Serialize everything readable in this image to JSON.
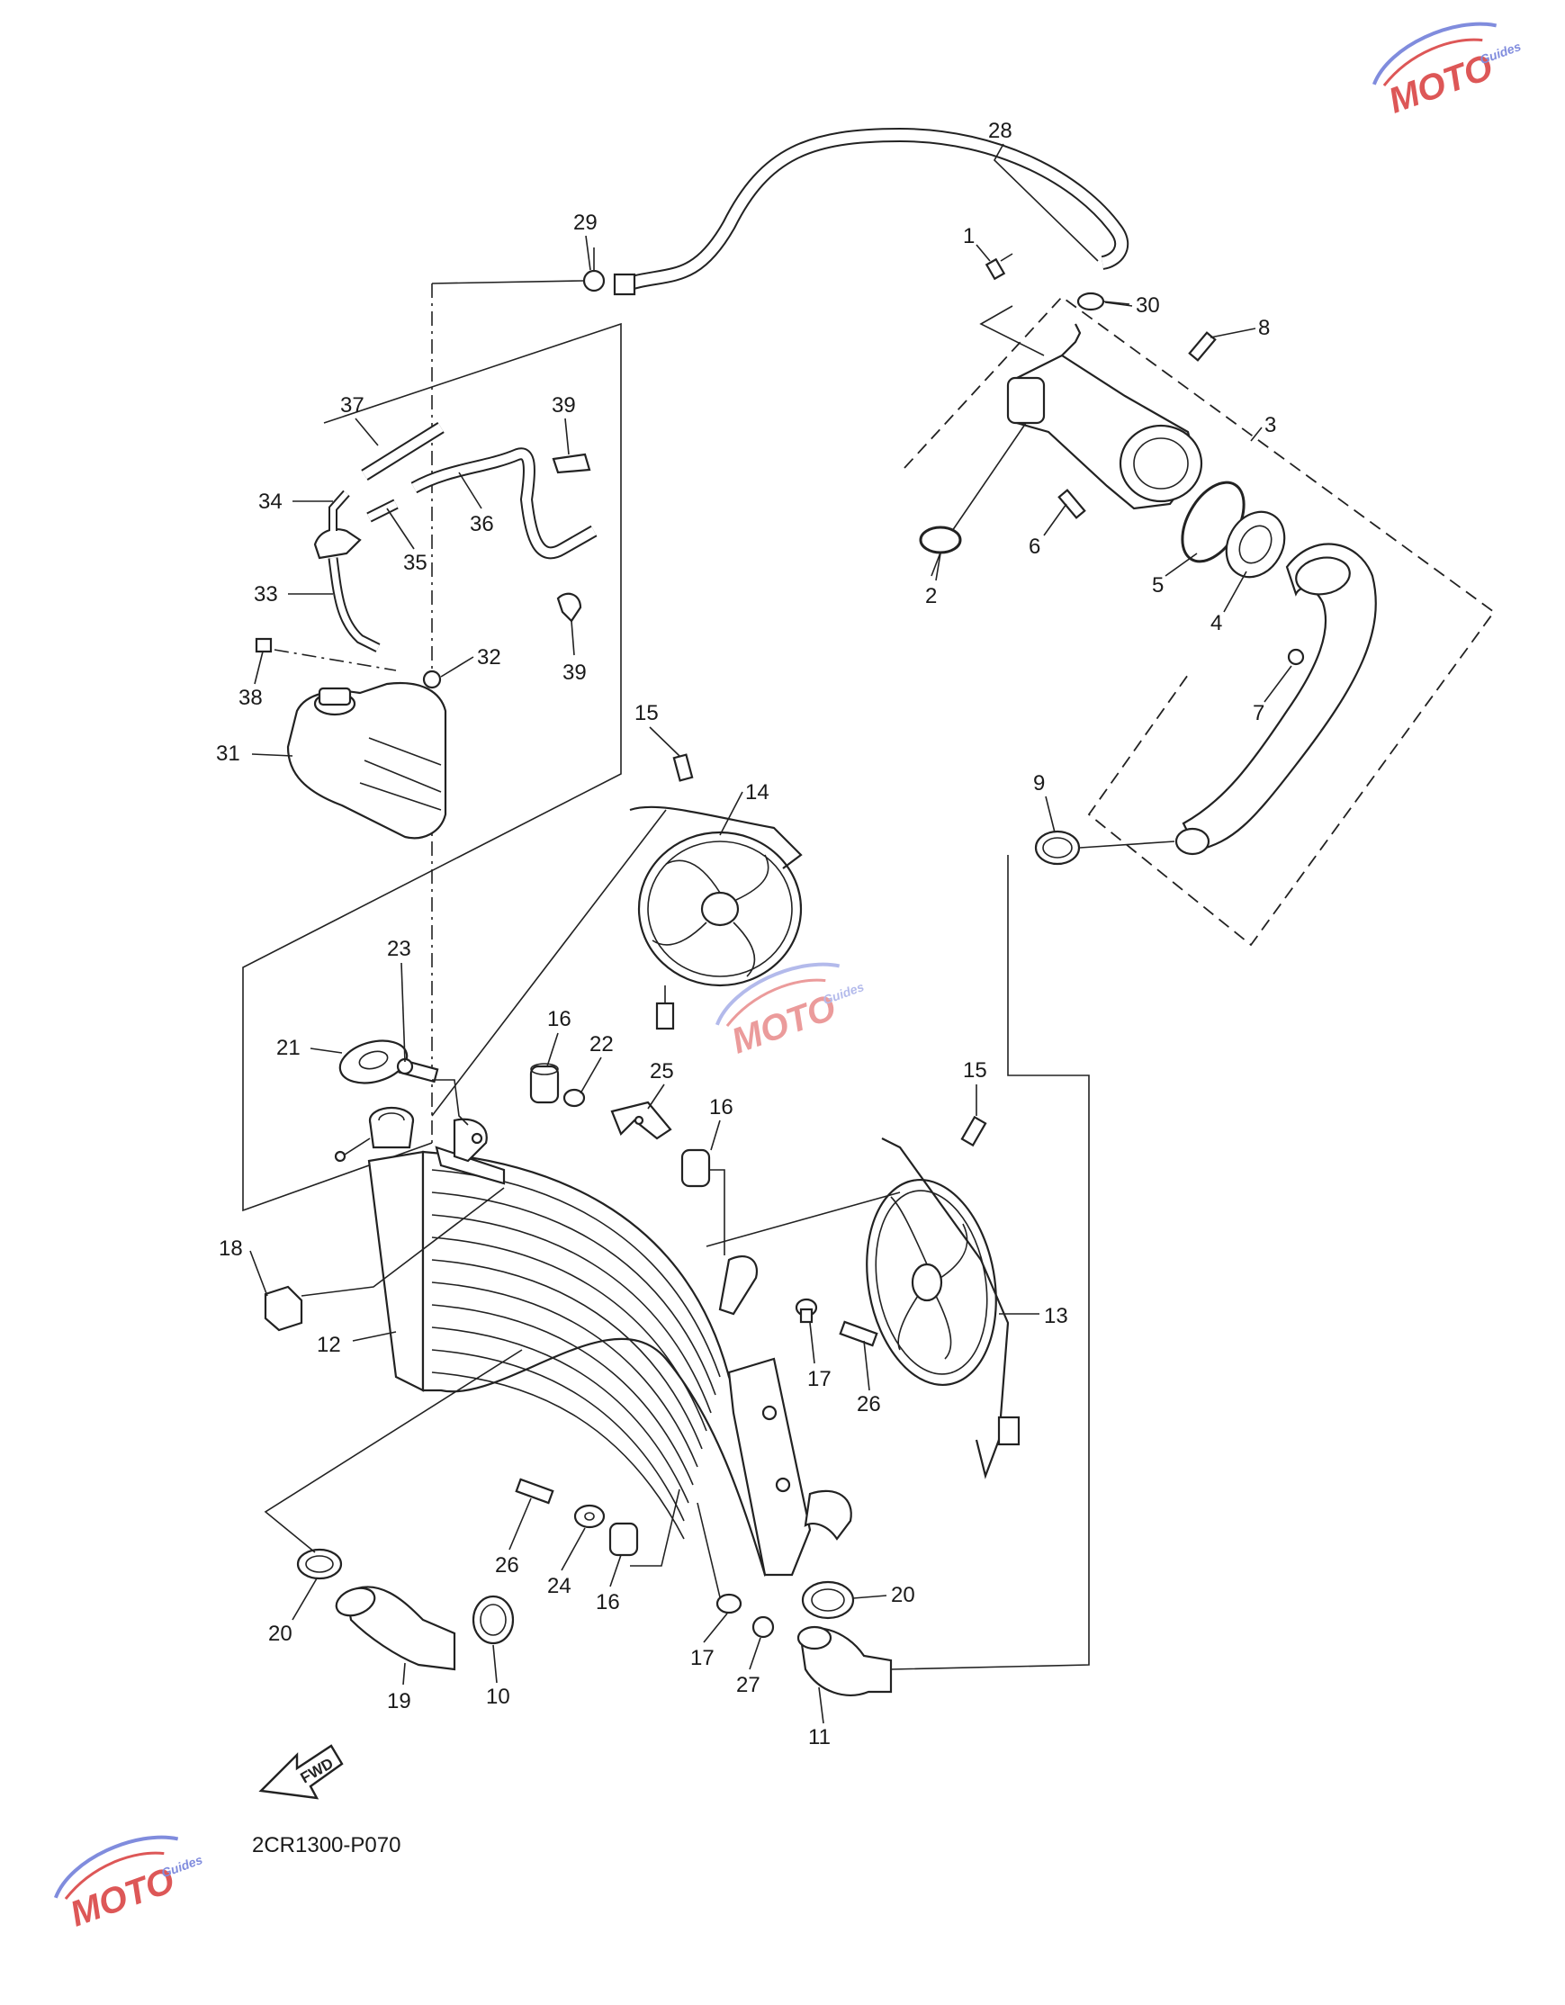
{
  "diagram": {
    "drawing_code": "2CR1300-P070",
    "fwd_label": "FWD",
    "watermark_text": "MOTO",
    "watermark_subtext": "Guides",
    "colors": {
      "ink": "#222222",
      "watermark_red": "#d83a3a",
      "watermark_blue": "#6a78d8"
    },
    "callouts": [
      {
        "id": "c1",
        "label": "1"
      },
      {
        "id": "c2",
        "label": "2"
      },
      {
        "id": "c3",
        "label": "3"
      },
      {
        "id": "c4",
        "label": "4"
      },
      {
        "id": "c5",
        "label": "5"
      },
      {
        "id": "c6",
        "label": "6"
      },
      {
        "id": "c7",
        "label": "7"
      },
      {
        "id": "c8",
        "label": "8"
      },
      {
        "id": "c9",
        "label": "9"
      },
      {
        "id": "c10",
        "label": "10"
      },
      {
        "id": "c11",
        "label": "11"
      },
      {
        "id": "c12",
        "label": "12"
      },
      {
        "id": "c13",
        "label": "13"
      },
      {
        "id": "c14",
        "label": "14"
      },
      {
        "id": "c15a",
        "label": "15"
      },
      {
        "id": "c15b",
        "label": "15"
      },
      {
        "id": "c16a",
        "label": "16"
      },
      {
        "id": "c16b",
        "label": "16"
      },
      {
        "id": "c16c",
        "label": "16"
      },
      {
        "id": "c17a",
        "label": "17"
      },
      {
        "id": "c17b",
        "label": "17"
      },
      {
        "id": "c18",
        "label": "18"
      },
      {
        "id": "c19",
        "label": "19"
      },
      {
        "id": "c20a",
        "label": "20"
      },
      {
        "id": "c20b",
        "label": "20"
      },
      {
        "id": "c21",
        "label": "21"
      },
      {
        "id": "c22",
        "label": "22"
      },
      {
        "id": "c23",
        "label": "23"
      },
      {
        "id": "c24",
        "label": "24"
      },
      {
        "id": "c25",
        "label": "25"
      },
      {
        "id": "c26a",
        "label": "26"
      },
      {
        "id": "c26b",
        "label": "26"
      },
      {
        "id": "c27",
        "label": "27"
      },
      {
        "id": "c28",
        "label": "28"
      },
      {
        "id": "c29",
        "label": "29"
      },
      {
        "id": "c30",
        "label": "30"
      },
      {
        "id": "c31",
        "label": "31"
      },
      {
        "id": "c32",
        "label": "32"
      },
      {
        "id": "c33",
        "label": "33"
      },
      {
        "id": "c34",
        "label": "34"
      },
      {
        "id": "c35",
        "label": "35"
      },
      {
        "id": "c36",
        "label": "36"
      },
      {
        "id": "c37",
        "label": "37"
      },
      {
        "id": "c38",
        "label": "38"
      },
      {
        "id": "c39a",
        "label": "39"
      },
      {
        "id": "c39b",
        "label": "39"
      }
    ]
  }
}
